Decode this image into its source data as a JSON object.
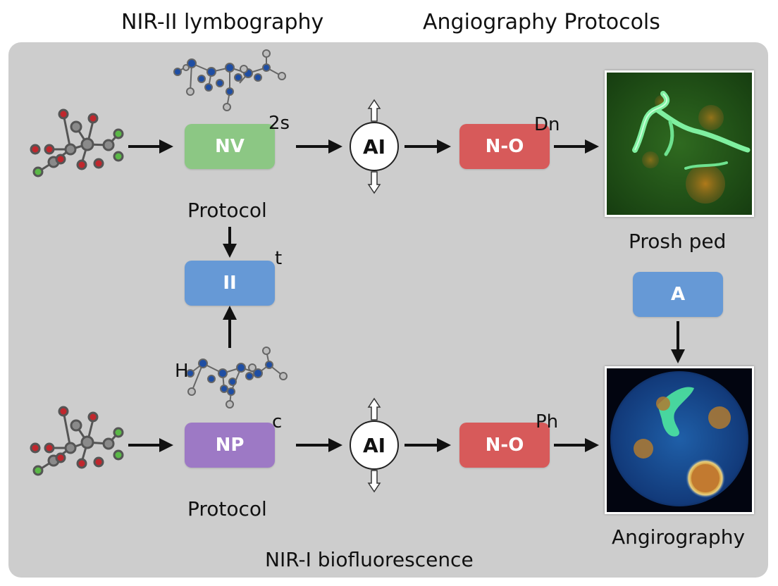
{
  "titles": {
    "left": "NIR-II lymbography",
    "right": "Angiography Protocols"
  },
  "row1": {
    "box1_label": "NV",
    "box1_note": "2s",
    "ai_label": "AI",
    "box2_label": "N-O",
    "box2_note": "Dn",
    "protocol_label": "Protocol",
    "image_caption": "Prosh ped"
  },
  "middle": {
    "box_label": "II",
    "box_note": "t",
    "molecule_note": "H"
  },
  "row2": {
    "box1_label": "NP",
    "box1_note": "c",
    "ai_label": "AI",
    "box2_label": "N-O",
    "box2_note": "Ph",
    "protocol_label": "Protocol",
    "image_caption": "Angirography"
  },
  "right_box_label": "A",
  "footer_label": "NIR-I biofluorescence",
  "colors": {
    "green_box": "#8cc784",
    "red_box": "#d75a5a",
    "blue_box": "#6699d6",
    "purple_box": "#9d79c5",
    "panel": "#cdcdcd"
  }
}
